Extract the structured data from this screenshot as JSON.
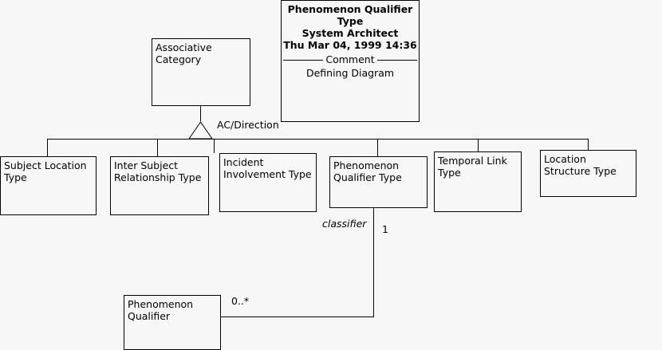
{
  "diagram": {
    "title_box": {
      "name": "Phenomenon Qualifier Type",
      "tool": "System Architect",
      "timestamp": "Thu Mar 04, 1999  14:36",
      "divider_caption": "Comment",
      "comment": "Defining Diagram"
    },
    "supertype": {
      "label": "Associative\nCategory"
    },
    "generalization": {
      "discriminator": "AC/Direction"
    },
    "subtypes": [
      {
        "label": "Subject Location\nType"
      },
      {
        "label": "Inter Subject\nRelationship Type"
      },
      {
        "label": "Incident\nInvolvement Type"
      },
      {
        "label": "Phenomenon\nQualifier Type"
      },
      {
        "label": "Temporal Link\nType"
      },
      {
        "label": "Location\nStructure Type"
      }
    ],
    "instance": {
      "label": "Phenomenon\nQualifier"
    },
    "association": {
      "role_name": "classifier",
      "multiplicity_one": "1",
      "multiplicity_many": "0..*"
    },
    "colors": {
      "background": "#f7f7f7",
      "line": "#000000",
      "box_fill": "#f7f7f7",
      "text": "#000000"
    }
  }
}
